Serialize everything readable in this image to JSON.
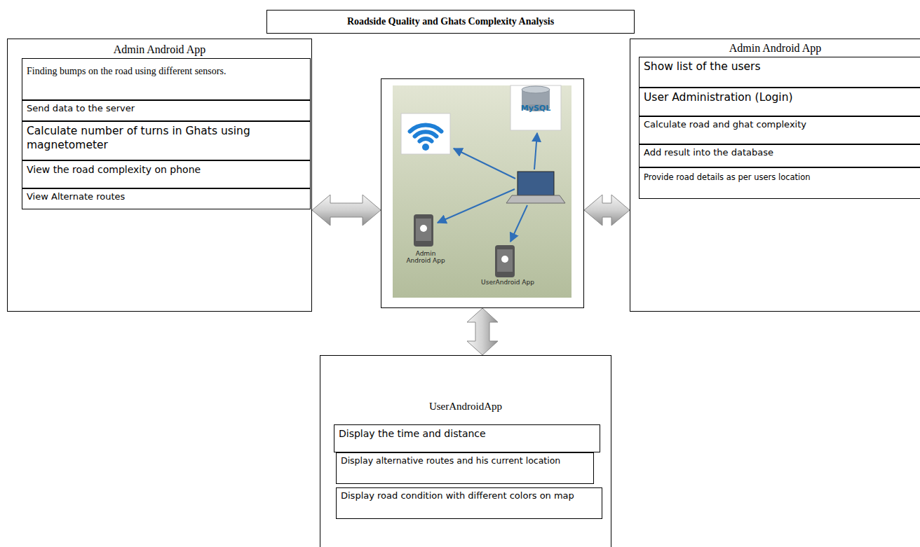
{
  "diagram": {
    "title": "Roadside Quality and Ghats Complexity Analysis",
    "nodes": [
      {
        "text": [
          "Admin Android App"
        ]
      },
      {
        "text": [
          "Finding bumps on the road using different sensors."
        ],
        "in": 0
      },
      {
        "text": [
          "Send data to the server"
        ],
        "in": 0
      },
      {
        "text": [
          "Calculate number of turns in Ghats using magnetometer"
        ],
        "in": 0
      },
      {
        "text": [
          "View the road complexity on phone"
        ],
        "in": 0
      },
      {
        "text": [
          "View Alternate routes"
        ],
        "in": 0
      },
      {
        "text": [
          "MySQL",
          "Admin Android App",
          "UserAndroid App"
        ]
      },
      {
        "text": [
          "Admin Android App"
        ]
      },
      {
        "text": [
          "Show list of the users"
        ],
        "in": 7
      },
      {
        "text": [
          "User Administration (Login)"
        ],
        "in": 7
      },
      {
        "text": [
          "Calculate road and ghat complexity"
        ],
        "in": 7
      },
      {
        "text": [
          "Add result into the database"
        ],
        "in": 7
      },
      {
        "text": [
          "Provide road details as per users location"
        ],
        "in": 7
      },
      {
        "text": [
          "UserAndroidApp"
        ]
      },
      {
        "text": [
          "Display the time and distance"
        ],
        "in": 13
      },
      {
        "text": [
          "Display alternative routes and his current location"
        ],
        "in": 13
      },
      {
        "text": [
          "Display road condition with different colors on map"
        ],
        "in": 13
      }
    ],
    "edges": [
      {
        "from": 0,
        "to": 6,
        "arrow": "both"
      },
      {
        "from": 6,
        "to": 7,
        "arrow": "both"
      },
      {
        "from": 6,
        "to": 13,
        "arrow": "both"
      }
    ]
  }
}
